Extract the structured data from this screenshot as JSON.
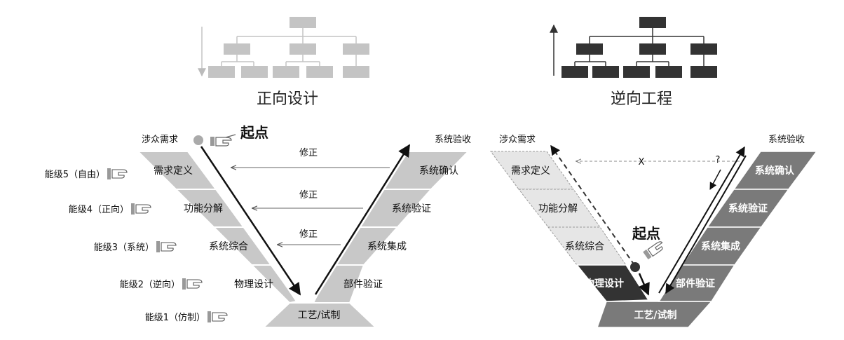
{
  "forward": {
    "title": "正向设计",
    "start_label": "起点",
    "left_top": "涉众需求",
    "right_top": "系统验收",
    "left_stages": [
      "需求定义",
      "功能分解",
      "系统综合",
      "物理设计"
    ],
    "bottom": "工艺/试制",
    "right_stages": [
      "系统确认",
      "系统验证",
      "系统集成",
      "部件验证"
    ],
    "fix_label": "修正",
    "levels": [
      "能级5（自由）",
      "能级4（正向）",
      "能级3（系统）",
      "能级2（逆向）",
      "能级1（仿制）"
    ]
  },
  "reverse": {
    "title": "逆向工程",
    "start_label": "起点",
    "left_top": "涉众需求",
    "right_top": "系统验收",
    "left_stages": [
      "需求定义",
      "功能分解",
      "系统综合",
      "物理设计"
    ],
    "bottom": "工艺/试制",
    "right_stages": [
      "系统确认",
      "系统验证",
      "系统集成",
      "部件验证"
    ],
    "question_mark": "?",
    "cross_mark": "X"
  },
  "colors": {
    "forward_fill": "#c8c8c8",
    "forward_tree": "#c4c4c4",
    "reverse_light_fill": "#e6e6e6",
    "reverse_dark_fill": "#333333",
    "reverse_right_fill": "#7a7a7a",
    "reverse_tree": "#333333"
  }
}
